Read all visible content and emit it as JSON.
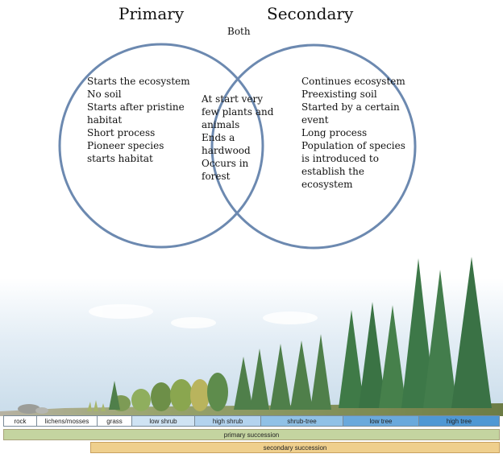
{
  "venn": {
    "primary_title": "Primary",
    "secondary_title": "Secondary",
    "both_label": "Both",
    "primary_items": [
      "Starts the ecosystem",
      "No soil",
      "Starts after pristine",
      "habitat",
      "Short process",
      "Pioneer species",
      "starts habitat"
    ],
    "both_items": [
      "At start very",
      "few plants and",
      "animals",
      "Ends a",
      "hardwood",
      "Occurs in",
      "forest"
    ],
    "secondary_items": [
      "Continues ecosystem",
      "Preexisting soil",
      "Started by a certain",
      "event",
      "Long process",
      "Population of species",
      "is introduced to",
      "establish the",
      "ecosystem"
    ],
    "circle_color": "#6c89b0"
  },
  "succession": {
    "stages": [
      {
        "label": "rock",
        "color": "#ffffff"
      },
      {
        "label": "lichens/mosses",
        "color": "#ffffff"
      },
      {
        "label": "grass",
        "color": "#ffffff"
      },
      {
        "label": "low shrub",
        "color": "#cfe3f3"
      },
      {
        "label": "high shrub",
        "color": "#b3d3ee"
      },
      {
        "label": "shrub-tree",
        "color": "#90c1e6"
      },
      {
        "label": "low tree",
        "color": "#6aa9dc"
      },
      {
        "label": "high tree",
        "color": "#4f98d4"
      }
    ],
    "primary_label": "primary succession",
    "secondary_label": "secondary succession",
    "primary_color": "#c4d4a0",
    "secondary_color": "#efcf8d"
  }
}
